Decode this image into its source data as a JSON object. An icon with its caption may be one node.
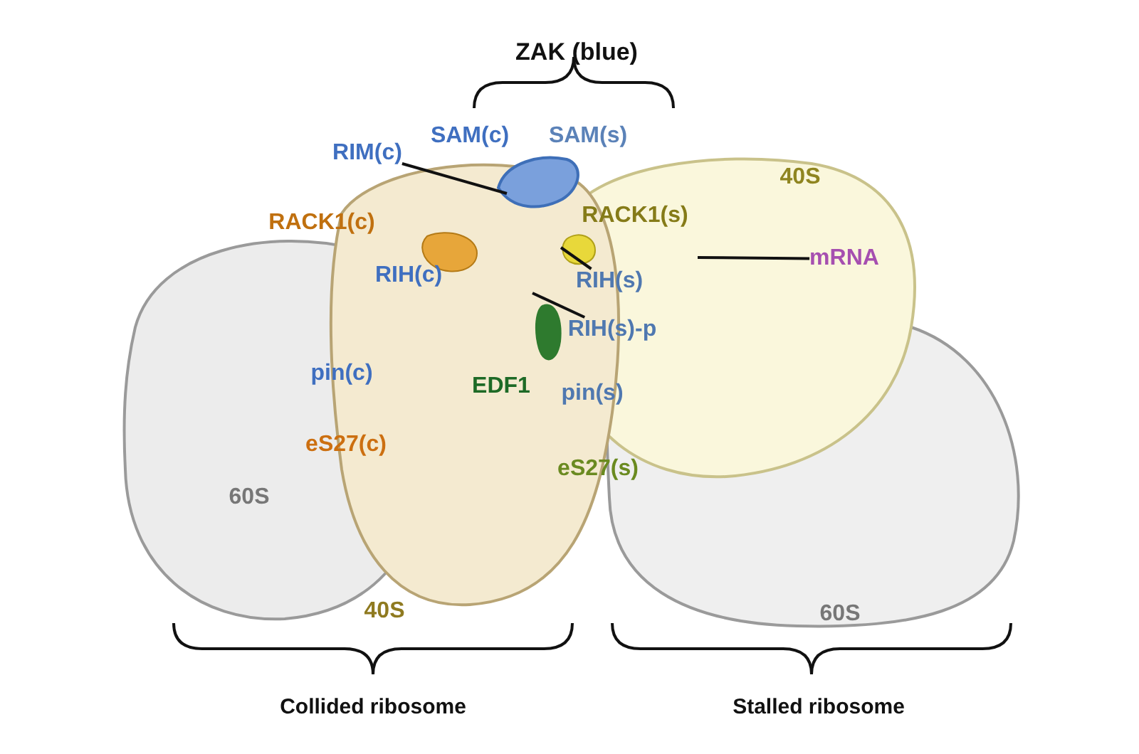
{
  "diagram": {
    "nodes": [
      {
        "text": [
          "RIM(c)"
        ]
      },
      {
        "text": [
          "mRNA"
        ]
      },
      {
        "text": [
          "RIH(s)"
        ]
      },
      {
        "text": [
          "RIH(s)-p"
        ]
      }
    ],
    "edges": [
      {
        "from": 0,
        "to": null,
        "arrow": "none"
      },
      {
        "from": 1,
        "to": null,
        "arrow": "none"
      },
      {
        "from": 2,
        "to": null,
        "arrow": "none"
      },
      {
        "from": 3,
        "to": null,
        "arrow": "none"
      }
    ],
    "labels": [
      "ZAK (blue)",
      "SAM(c)",
      "SAM(s)",
      "40S",
      "RACK1(c)",
      "RACK1(s)",
      "RIH(c)",
      "pin(c)",
      "EDF1",
      "pin(s)",
      "eS27(c)",
      "eS27(s)",
      "60S",
      "40S",
      "60S",
      "Collided ribosome",
      "Stalled ribosome"
    ]
  }
}
